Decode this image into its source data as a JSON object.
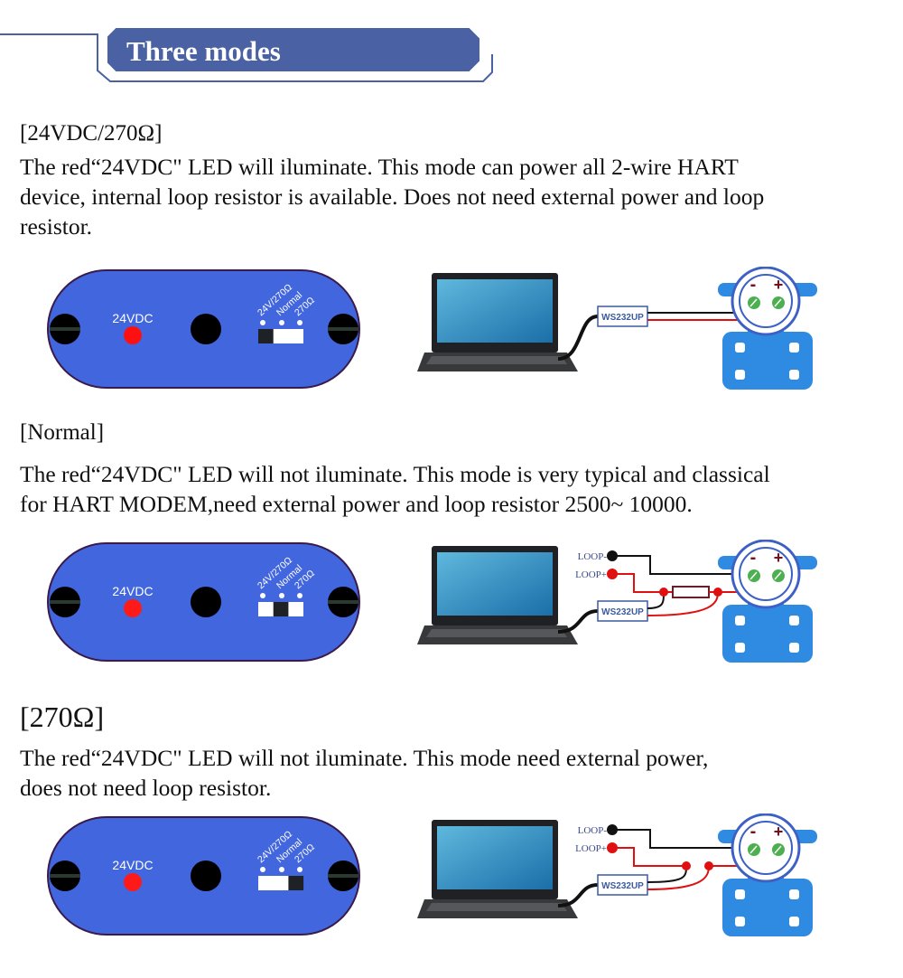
{
  "banner": {
    "title": "Three modes",
    "color": "#4a62a4"
  },
  "modes": [
    {
      "heading": "[24VDC/270Ω]",
      "lines": [
        "The red“24VDC\" LED will iluminate. This mode can power all 2-wire HART",
        "device, internal loop resistor is available. Does not need external power and loop",
        "resistor."
      ],
      "led_on": true,
      "switch_position": "24V/270Ω",
      "wiring": "direct"
    },
    {
      "heading": "[Normal]",
      "lines": [
        "The red“24VDC\" LED will not iluminate. This mode is very typical and classical",
        "for HART MODEM,need external power and loop resistor 2500~ 10000."
      ],
      "led_on": false,
      "switch_position": "Normal",
      "wiring": "external-with-resistor"
    },
    {
      "heading": "[270Ω]",
      "lines": [
        "The red“24VDC\" LED will not iluminate. This mode need external power,",
        "does not need loop resistor."
      ],
      "led_on": false,
      "switch_position": "270Ω",
      "wiring": "external-no-resistor"
    }
  ],
  "device": {
    "led_label": "24VDC",
    "switch_labels": [
      "24V/270Ω",
      "Normal",
      "270Ω"
    ],
    "body_color": "#4166de",
    "led_color": "#ff1010"
  },
  "modem_label": "WS232UP",
  "loop_minus": "LOOP-",
  "loop_plus": "LOOP+",
  "transmitter": {
    "minus": "-",
    "plus": "+",
    "color": "#2f8be2",
    "terminal_color": "#4caf50"
  }
}
